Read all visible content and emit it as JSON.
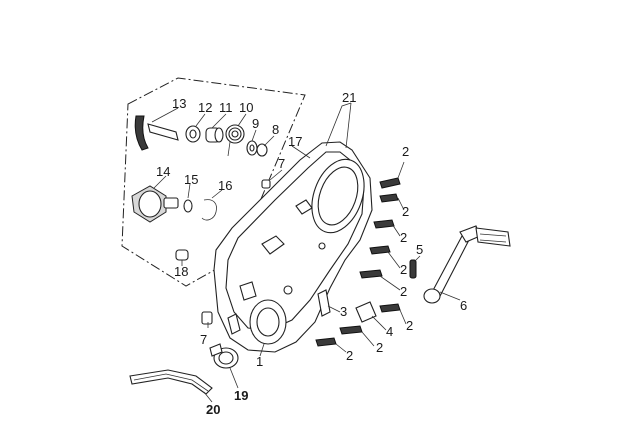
{
  "callouts": [
    {
      "id": "c21",
      "text": "21",
      "bold": false
    },
    {
      "id": "c13",
      "text": "13",
      "bold": false
    },
    {
      "id": "c12",
      "text": "12",
      "bold": false
    },
    {
      "id": "c11",
      "text": "11",
      "bold": false
    },
    {
      "id": "c10",
      "text": "10",
      "bold": false
    },
    {
      "id": "c9",
      "text": "9",
      "bold": false
    },
    {
      "id": "c8",
      "text": "8",
      "bold": false
    },
    {
      "id": "c17",
      "text": "17",
      "bold": false
    },
    {
      "id": "c7a",
      "text": "7",
      "bold": false
    },
    {
      "id": "c14",
      "text": "14",
      "bold": false
    },
    {
      "id": "c15",
      "text": "15",
      "bold": false
    },
    {
      "id": "c16",
      "text": "16",
      "bold": false
    },
    {
      "id": "c18",
      "text": "18",
      "bold": false
    },
    {
      "id": "c2a",
      "text": "2",
      "bold": false
    },
    {
      "id": "c2b",
      "text": "2",
      "bold": false
    },
    {
      "id": "c2c",
      "text": "2",
      "bold": false
    },
    {
      "id": "c2d",
      "text": "2",
      "bold": false
    },
    {
      "id": "c2e",
      "text": "2",
      "bold": false
    },
    {
      "id": "c2f",
      "text": "2",
      "bold": false
    },
    {
      "id": "c2g",
      "text": "2",
      "bold": false
    },
    {
      "id": "c2h",
      "text": "2",
      "bold": false
    },
    {
      "id": "c5",
      "text": "5",
      "bold": false
    },
    {
      "id": "c6",
      "text": "6",
      "bold": false
    },
    {
      "id": "c3",
      "text": "3",
      "bold": false
    },
    {
      "id": "c4",
      "text": "4",
      "bold": false
    },
    {
      "id": "c1",
      "text": "1",
      "bold": false
    },
    {
      "id": "c7b",
      "text": "7",
      "bold": false
    },
    {
      "id": "c19",
      "text": "19",
      "bold": true
    },
    {
      "id": "c20",
      "text": "20",
      "bold": true
    }
  ]
}
